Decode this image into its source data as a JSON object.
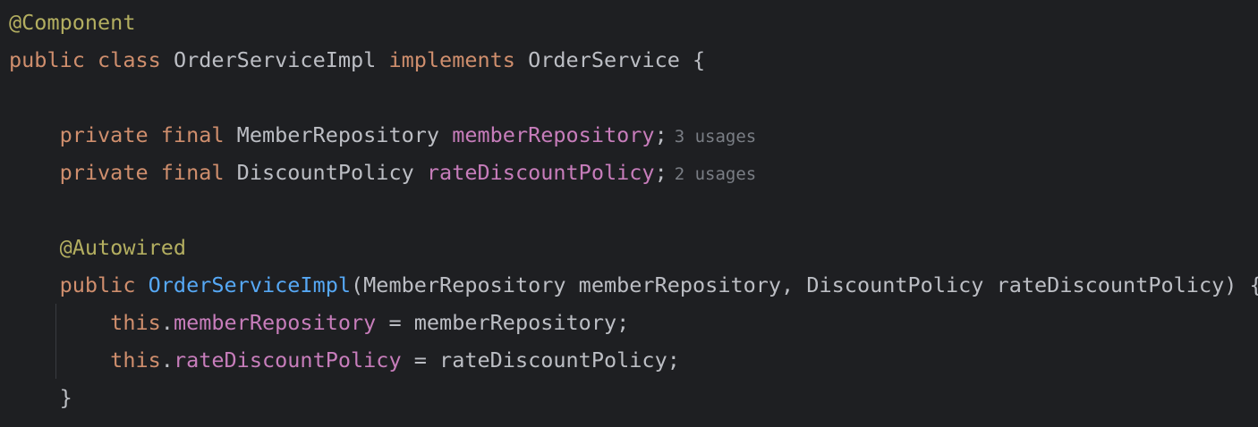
{
  "editor": {
    "lines": [
      {
        "tokens": [
          {
            "text": "@Component",
            "kind": "ann"
          }
        ]
      },
      {
        "tokens": [
          {
            "text": "public class ",
            "kind": "kw"
          },
          {
            "text": "OrderServiceImpl ",
            "kind": "plain"
          },
          {
            "text": "implements ",
            "kind": "kw"
          },
          {
            "text": "OrderService {",
            "kind": "plain"
          }
        ]
      },
      {
        "tokens": []
      },
      {
        "tokens": [
          {
            "text": "    private final ",
            "kind": "kw"
          },
          {
            "text": "MemberRepository ",
            "kind": "plain"
          },
          {
            "text": "memberRepository",
            "kind": "field"
          },
          {
            "text": ";",
            "kind": "plain"
          }
        ],
        "hint": "3 usages"
      },
      {
        "tokens": [
          {
            "text": "    private final ",
            "kind": "kw"
          },
          {
            "text": "DiscountPolicy ",
            "kind": "plain"
          },
          {
            "text": "rateDiscountPolicy",
            "kind": "field"
          },
          {
            "text": ";",
            "kind": "plain"
          }
        ],
        "hint": "2 usages"
      },
      {
        "tokens": []
      },
      {
        "tokens": [
          {
            "text": "    @Autowired",
            "kind": "ann"
          }
        ]
      },
      {
        "tokens": [
          {
            "text": "    public ",
            "kind": "kw"
          },
          {
            "text": "OrderServiceImpl",
            "kind": "fn"
          },
          {
            "text": "(MemberRepository memberRepository, DiscountPolicy rateDiscountPolicy) {",
            "kind": "plain"
          }
        ]
      },
      {
        "tokens": [
          {
            "text": "        this",
            "kind": "kw"
          },
          {
            "text": ".",
            "kind": "plain"
          },
          {
            "text": "memberRepository",
            "kind": "field"
          },
          {
            "text": " = memberRepository;",
            "kind": "plain"
          }
        ]
      },
      {
        "tokens": [
          {
            "text": "        this",
            "kind": "kw"
          },
          {
            "text": ".",
            "kind": "plain"
          },
          {
            "text": "rateDiscountPolicy",
            "kind": "field"
          },
          {
            "text": " = rateDiscountPolicy;",
            "kind": "plain"
          }
        ]
      },
      {
        "tokens": [
          {
            "text": "    }",
            "kind": "plain"
          }
        ]
      }
    ]
  },
  "colors": {
    "background": "#1e1f22",
    "keyword": "#cf8e6d",
    "annotation": "#b3ae60",
    "field": "#c77dbb",
    "function": "#56a8f5",
    "text": "#bcbec4",
    "hint": "#7a7e85"
  }
}
